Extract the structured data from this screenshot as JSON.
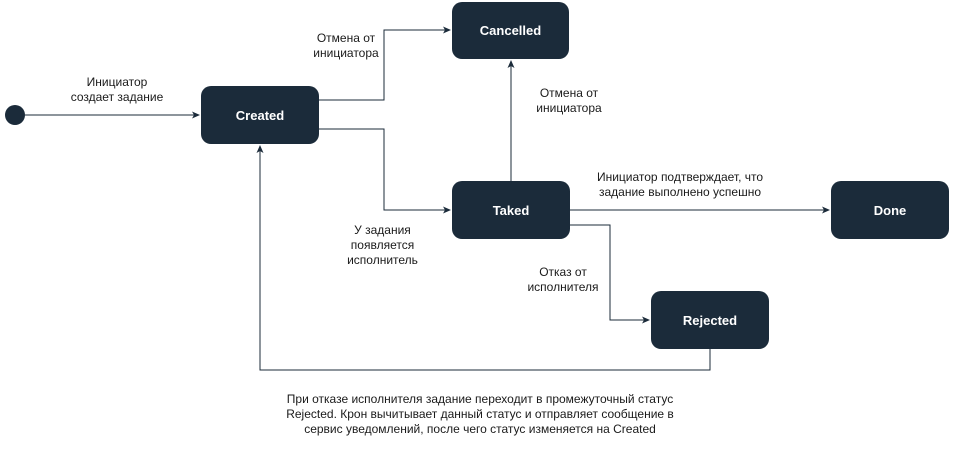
{
  "states": {
    "created": "Created",
    "cancelled": "Cancelled",
    "taked": "Taked",
    "done": "Done",
    "rejected": "Rejected"
  },
  "transitions": {
    "start_to_created": "Инициатор\nсоздает задание",
    "created_to_cancelled": "Отмена от\nинициатора",
    "taked_to_cancelled": "Отмена от\nинициатора",
    "created_to_taked": "У задания\nпоявляется\nисполнитель",
    "taked_to_done": "Инициатор подтверждает, что\nзадание выполнено успешно",
    "taked_to_rejected": "Отказ от\nисполнителя"
  },
  "note": "При отказе исполнителя задание переходит в промежуточный статус Rejected. Крон вычитывает данный статус и отправляет сообщение в сервис уведомлений, после чего статус изменяется на Created",
  "colors": {
    "node_fill": "#1b2b3a",
    "node_text": "#ffffff",
    "edge": "#1b2b3a"
  }
}
